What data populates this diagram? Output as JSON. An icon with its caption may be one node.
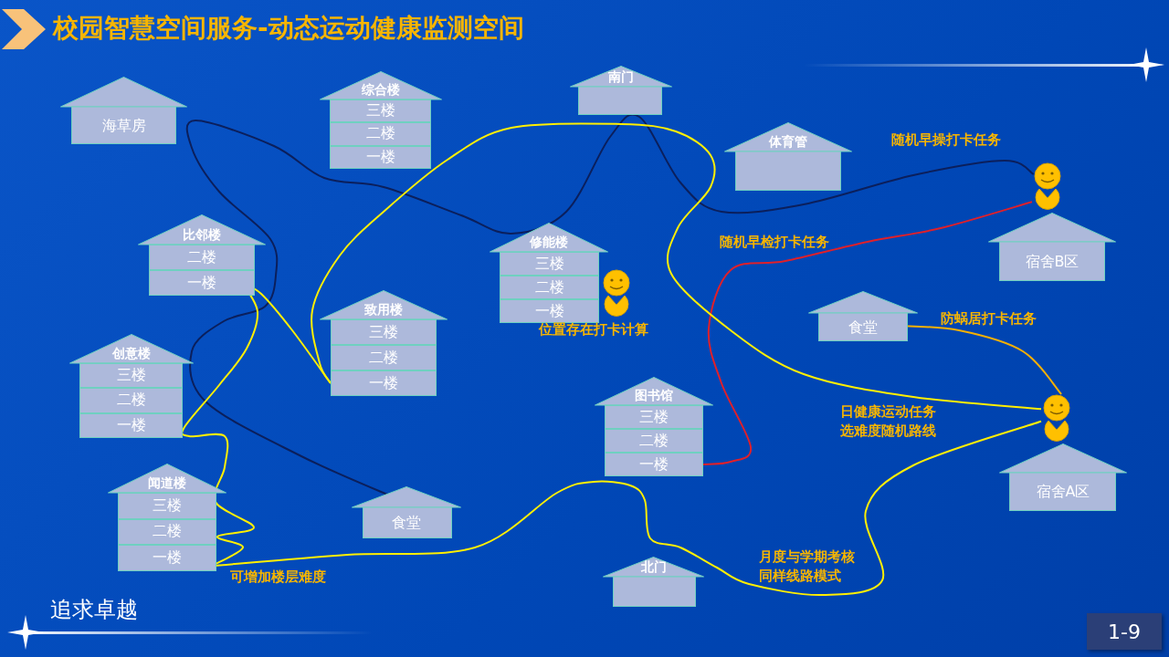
{
  "diagram": {
    "title": "校园智慧空间服务-动态运动健康监测空间",
    "nodes": [
      {
        "text": [
          "海草房"
        ]
      },
      {
        "text": [
          "综合楼"
        ]
      },
      {
        "text": [
          "三楼"
        ],
        "in": 1
      },
      {
        "text": [
          "二楼"
        ],
        "in": 1
      },
      {
        "text": [
          "一楼"
        ],
        "in": 1
      },
      {
        "text": [
          "南门"
        ]
      },
      {
        "text": [
          "体育管"
        ]
      },
      {
        "text": [
          "比邻楼"
        ]
      },
      {
        "text": [
          "二楼"
        ],
        "in": 7
      },
      {
        "text": [
          "一楼"
        ],
        "in": 7
      },
      {
        "text": [
          "修能楼"
        ]
      },
      {
        "text": [
          "三楼"
        ],
        "in": 10
      },
      {
        "text": [
          "二楼"
        ],
        "in": 10
      },
      {
        "text": [
          "一楼"
        ],
        "in": 10
      },
      {
        "text": [],
        "shape": "person"
      },
      {
        "text": [
          "致用楼"
        ]
      },
      {
        "text": [
          "三楼"
        ],
        "in": 15
      },
      {
        "text": [
          "二楼"
        ],
        "in": 15
      },
      {
        "text": [
          "一楼"
        ],
        "in": 15
      },
      {
        "text": [
          "创意楼"
        ]
      },
      {
        "text": [
          "三楼"
        ],
        "in": 19
      },
      {
        "text": [
          "二楼"
        ],
        "in": 19
      },
      {
        "text": [
          "一楼"
        ],
        "in": 19
      },
      {
        "text": [
          "闻道楼"
        ]
      },
      {
        "text": [
          "三楼"
        ],
        "in": 23
      },
      {
        "text": [
          "二楼"
        ],
        "in": 23
      },
      {
        "text": [
          "一楼"
        ],
        "in": 23
      },
      {
        "text": [
          "食堂"
        ]
      },
      {
        "text": [
          "图书馆"
        ]
      },
      {
        "text": [
          "三楼"
        ],
        "in": 28
      },
      {
        "text": [
          "二楼"
        ],
        "in": 28
      },
      {
        "text": [
          "一楼"
        ],
        "in": 28
      },
      {
        "text": [
          "北门"
        ]
      },
      {
        "text": [],
        "shape": "person"
      },
      {
        "text": [
          "宿舍B区"
        ]
      },
      {
        "text": [
          "食堂"
        ]
      },
      {
        "text": [],
        "shape": "person"
      },
      {
        "text": [
          "宿舍A区"
        ]
      }
    ],
    "edges": [
      {
        "from": 33,
        "to": 27,
        "arrow": "none",
        "label": "随机早操打卡任务",
        "color": "#0b1f5c"
      },
      {
        "from": 31,
        "to": 33,
        "arrow": "none",
        "label": "随机早检打卡任务",
        "color": "#e0202a"
      },
      {
        "from": 35,
        "to": 36,
        "arrow": "none",
        "label": "防蜗居打卡任务",
        "color": "#f5b000"
      },
      {
        "from": 36,
        "to": 18,
        "arrow": "none",
        "label": "日健康运动任务选难度随机路线"
      },
      {
        "from": 18,
        "to": 9,
        "arrow": "none"
      },
      {
        "from": 9,
        "to": 26,
        "arrow": "none"
      },
      {
        "from": 26,
        "to": 36,
        "arrow": "none",
        "label": "月度与学期考核同样线路模式"
      }
    ],
    "labels": [
      "位置存在打卡计算",
      "可增加楼层难度",
      "追求卓越",
      "1-9"
    ]
  }
}
